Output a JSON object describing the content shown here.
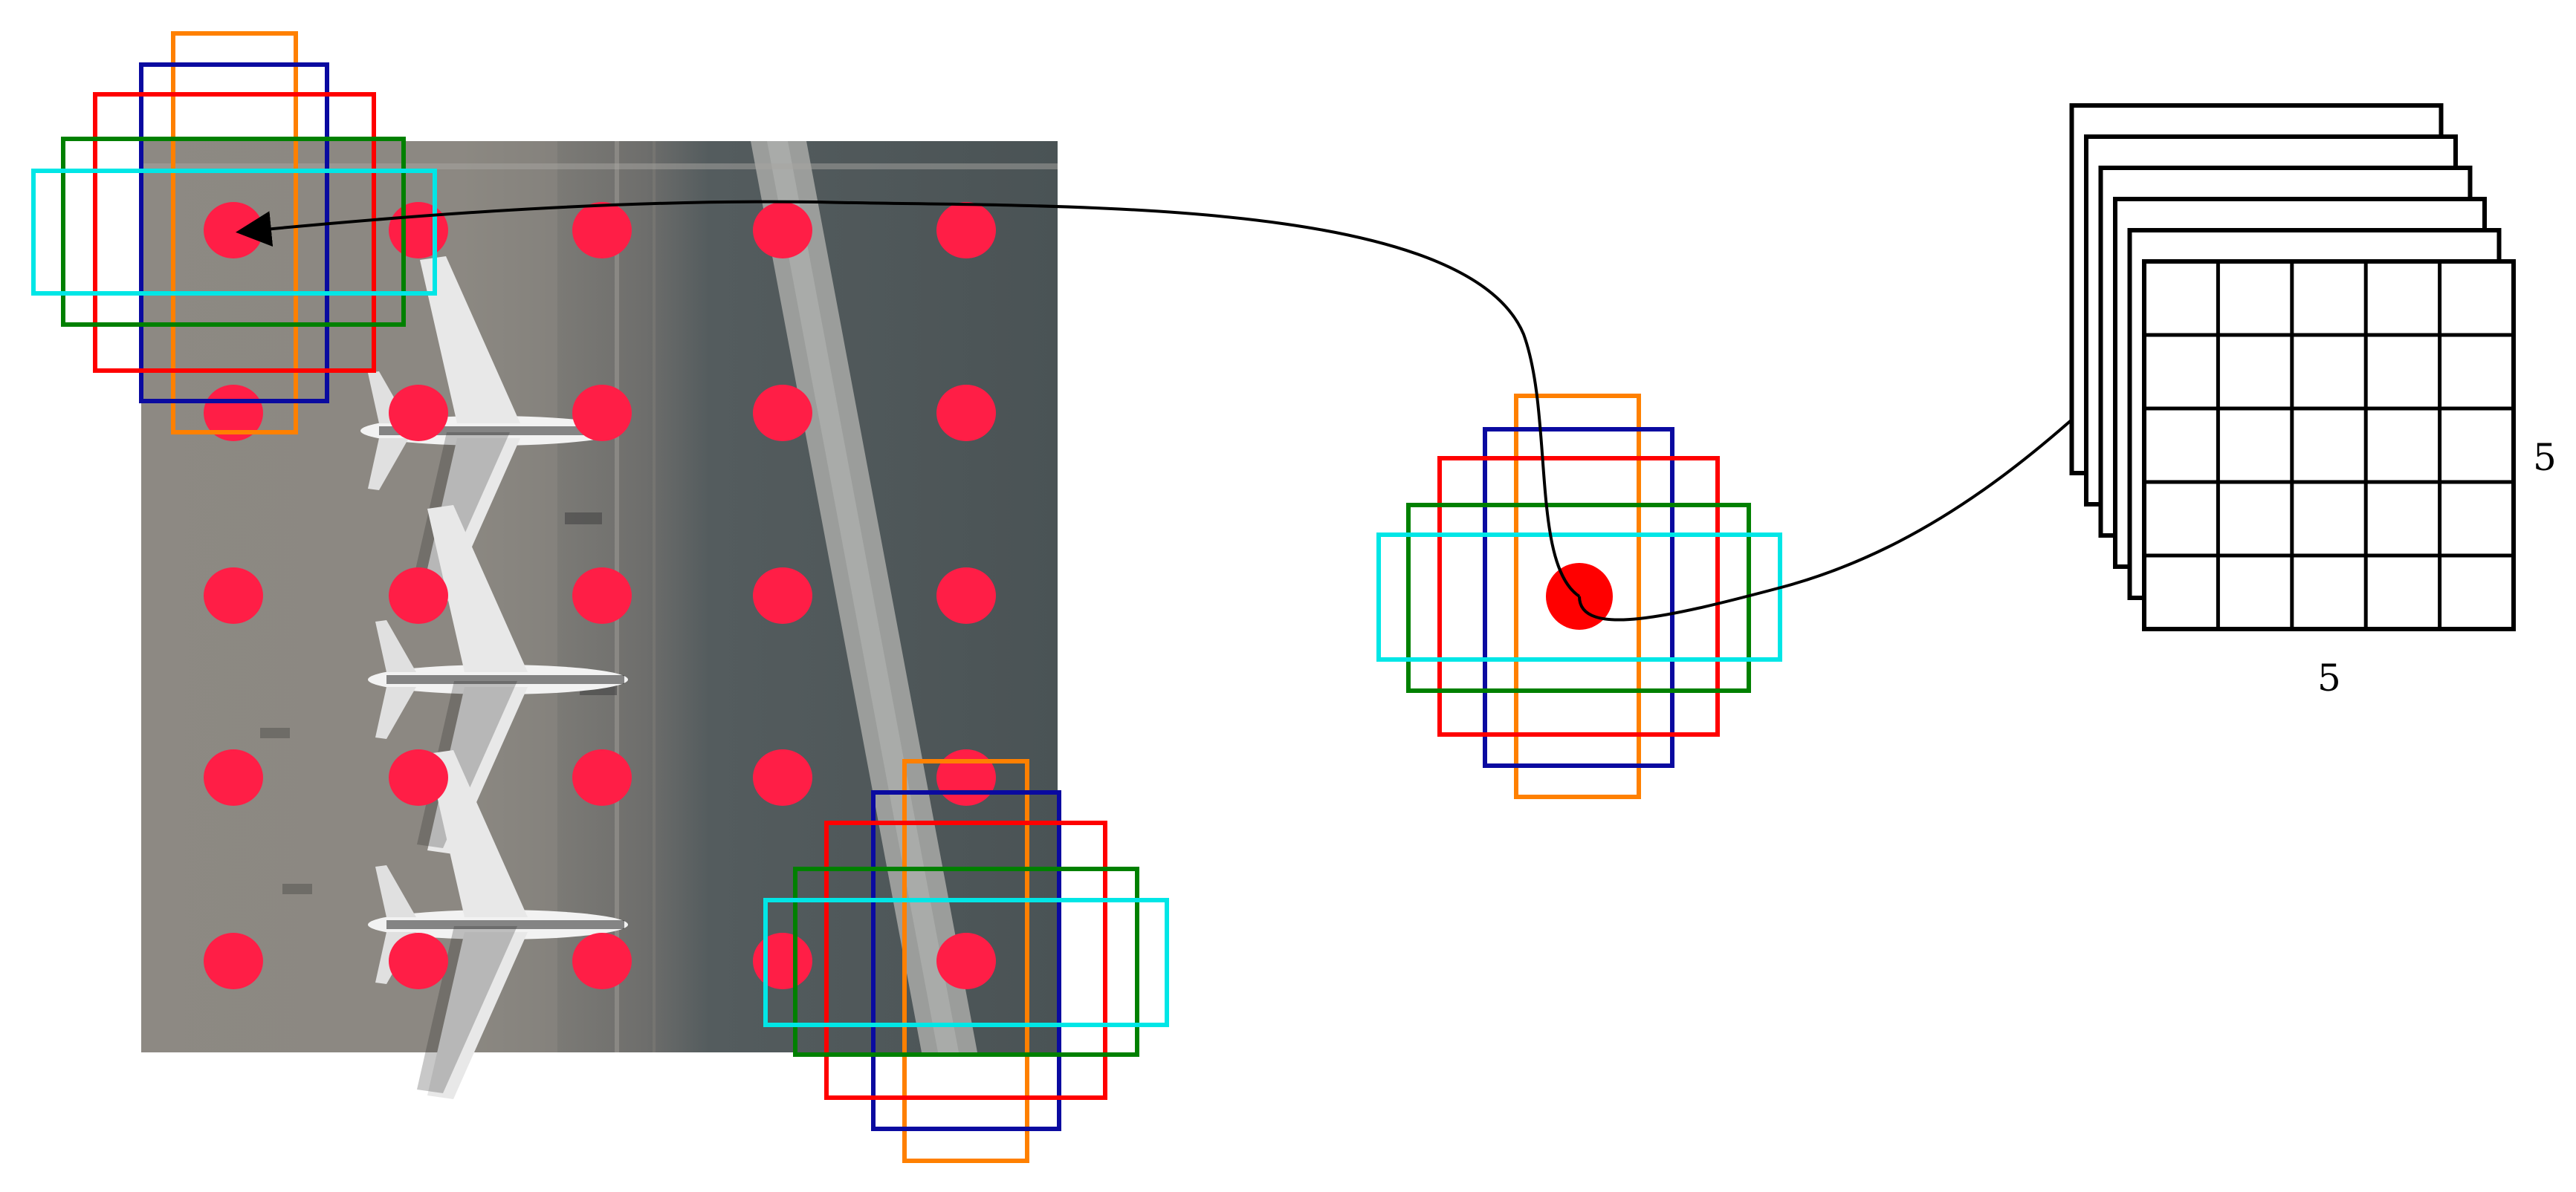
{
  "figure": {
    "feature_map_grid": {
      "rows": 5,
      "cols": 5,
      "stacked_layers": 6
    },
    "labels": {
      "width_dim": "5",
      "height_dim": "5"
    },
    "anchor_grid": {
      "rows": 5,
      "cols": 5
    },
    "colors": {
      "anchor_point": "#ff1e46",
      "center_point": "#ff0000",
      "box_orange": "#ff8000",
      "box_blue": "#0a0aa0",
      "box_red": "#ff0000",
      "box_green": "#008000",
      "box_cyan": "#00e6e6"
    },
    "anchor_box_shapes": [
      "tall-orange",
      "tall-blue",
      "square-red",
      "wide-green",
      "wide-cyan"
    ],
    "background": "aerial-airport-image-with-three-airplanes"
  }
}
